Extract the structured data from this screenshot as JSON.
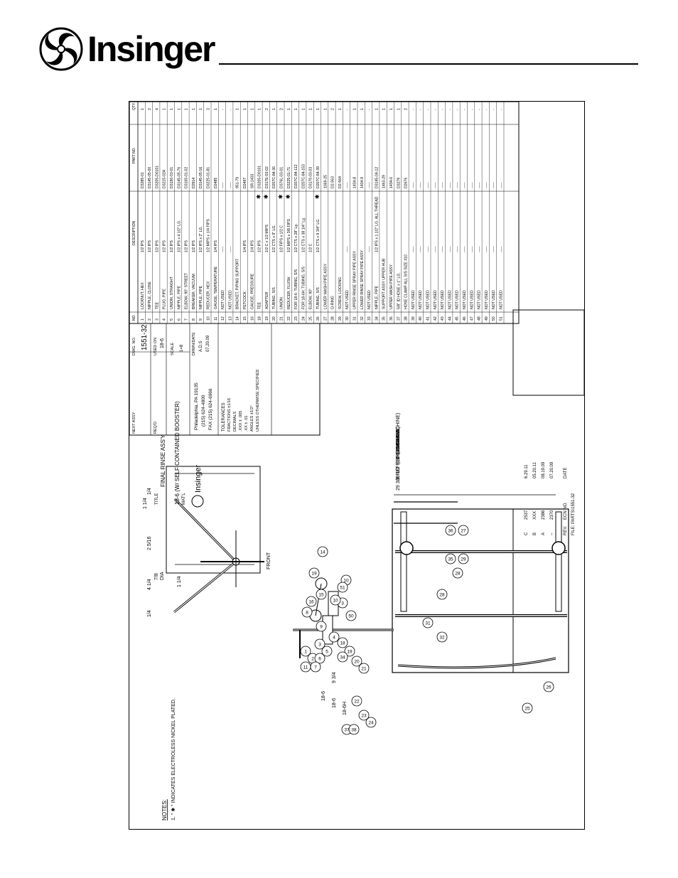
{
  "brand": {
    "name": "Insinger"
  },
  "notes": {
    "heading": "NOTES:",
    "note1": "1. \" ✱ \" INDICATES ELECTROLESS NICKEL PLATED."
  },
  "parts_header": {
    "no": "NO.",
    "description": "DESCRIPTION",
    "part_no": "PART NO.",
    "qty": "QTY."
  },
  "parts": [
    {
      "no": "1",
      "name": "LOCKNUT, HEX",
      "size": "1/2 IPS",
      "part": "D3285-01",
      "qty": "1",
      "star": false
    },
    {
      "no": "2",
      "name": "NIPPLE, CLOSE",
      "size": "1/2 IPS",
      "part": "D3145-05-00",
      "qty": "2",
      "star": false
    },
    {
      "no": "3",
      "name": "TEE",
      "size": "1/2 IPS",
      "part": "D3205-D0101",
      "qty": "4",
      "star": false
    },
    {
      "no": "4",
      "name": "PLUG, PIPE",
      "size": "1/2 IPS",
      "part": "D3215-02A",
      "qty": "1",
      "star": false
    },
    {
      "no": "5",
      "name": "UNION, STRAIGHT",
      "size": "1/2 IPS",
      "part": "D3190-03-01",
      "qty": "1",
      "star": false
    },
    {
      "no": "6",
      "name": "NIPPLE, PIPE",
      "size": "1/2 IPS x 4 1/2\" LG.",
      "part": "D3145-05-76",
      "qty": "1",
      "star": false
    },
    {
      "no": "7",
      "name": "ELBOW, 90° STREET",
      "size": "1/2 IPS",
      "part": "D3165-01-02",
      "qty": "1",
      "star": false
    },
    {
      "no": "8",
      "name": "BREAKER, VACUUM",
      "size": "1/2 IPS",
      "part": "D2914",
      "qty": "1",
      "star": false
    },
    {
      "no": "9",
      "name": "NIPPLE, PIPE",
      "size": "1/2 IPS x 2\" LG.",
      "part": "D3145-05-16",
      "qty": "1",
      "star": false
    },
    {
      "no": "10",
      "name": "REDUCER, HEX",
      "size": "1/2 MIPS x 1/4 FIPS",
      "part": "D3225-01-81",
      "qty": "3",
      "star": false
    },
    {
      "no": "11",
      "name": "GAUGE, TEMPERATURE",
      "size": "1/4 IPS",
      "part": "D2485",
      "qty": "1",
      "star": false
    },
    {
      "no": "12",
      "name": "NOT USED",
      "size": "-----",
      "part": "-----",
      "qty": "-",
      "star": false
    },
    {
      "no": "13",
      "name": "NOT USED",
      "size": "-----",
      "part": "-----",
      "qty": "-",
      "star": false
    },
    {
      "no": "14",
      "name": "BRACKET, PIPING SUPPORT",
      "size": "",
      "part": "951-79",
      "qty": "1",
      "star": false
    },
    {
      "no": "15",
      "name": "PETCOCK",
      "size": "1/4 IPS",
      "part": "D2497",
      "qty": "1",
      "star": false
    },
    {
      "no": "16",
      "name": "GAUGE, PRESSURE",
      "size": "1/4 IPS",
      "part": "SR-1433",
      "qty": "1",
      "star": false
    },
    {
      "no": "18",
      "name": "TEE",
      "size": "1/2 IPS",
      "part": "D3205-D0101",
      "qty": "1",
      "star": true
    },
    {
      "no": "19",
      "name": "ADAPTER",
      "size": "1/2 C x 1/2 MIPS",
      "part": "D317E-03-02",
      "qty": "2",
      "star": true
    },
    {
      "no": "20",
      "name": "TUBING, S/S",
      "size": "1/2 CTS x 9\" LG.",
      "part": "D207C-84-36",
      "qty": "1",
      "star": false
    },
    {
      "no": "21",
      "name": "UNION",
      "size": "1/2 FIPS x 1/2 C",
      "part": "D376L-03-01",
      "qty": "2",
      "star": true
    },
    {
      "no": "22",
      "name": "REDUCER, FLUSH",
      "size": "1/2 MIPS x 3/8 FIPS",
      "part": "D3225-01-71",
      "qty": "1",
      "star": true
    },
    {
      "no": "23",
      "name": "FOR 18-6:  TUBING, S/S",
      "size": "1/2 CTS x 28\" Lg.",
      "part": "D207C-84-112",
      "qty": "1",
      "star": false
    },
    {
      "no": "24",
      "name": "FOR 18-6H:  TUBING, S/S",
      "size": "1/2 CTS x 38 1/4\" Lg.",
      "part": "D207C-84-153",
      "qty": "1",
      "star": false
    },
    {
      "no": "25",
      "name": "ELBOW, 90°",
      "size": "1/2 C",
      "part": "D3170-03-03",
      "qty": "1",
      "star": false
    },
    {
      "no": "26",
      "name": "TUBING, S/S",
      "size": "1/2 CTS x 9 3/4\" LG.",
      "part": "D207C-84-39",
      "qty": "1",
      "star": true
    },
    {
      "no": "27",
      "name": "LOWER WASH PIPE ASSY",
      "size": "",
      "part": "1069-25",
      "qty": "1",
      "star": false
    },
    {
      "no": "28",
      "name": "O-RING",
      "size": "",
      "part": "D2-563",
      "qty": "2",
      "star": false
    },
    {
      "no": "29",
      "name": "SCREW, LOCKING",
      "size": "",
      "part": "D2-564",
      "qty": "1",
      "star": false
    },
    {
      "no": "30",
      "name": "NOT USED",
      "size": "-----",
      "part": "-----",
      "qty": "-",
      "star": false
    },
    {
      "no": "31",
      "name": "UPPER RINSE SPRAY PIPE ASSY",
      "size": "",
      "part": "1434-8",
      "qty": "1",
      "star": false
    },
    {
      "no": "32",
      "name": "LOWER RINSE SPRAY PIPE ASSY",
      "size": "",
      "part": "1434-9",
      "qty": "1",
      "star": false
    },
    {
      "no": "33",
      "name": "NOT USED",
      "size": "-----",
      "part": "-----",
      "qty": "-",
      "star": false
    },
    {
      "no": "34",
      "name": "NIPPLE, PIPE",
      "size": "1/2 IPS x 1 1/2\" LG. ALL THREAD",
      "part": "D3145-04-12",
      "qty": "1",
      "star": false
    },
    {
      "no": "35",
      "name": "SUPPORT ASSY UPPER HUB",
      "size": "",
      "part": "1463-29",
      "qty": "1",
      "star": false
    },
    {
      "no": "36",
      "name": "UPPER WASH PIPE ASSY",
      "size": "",
      "part": "1434-6",
      "qty": "1",
      "star": false
    },
    {
      "no": "37",
      "name": "5/8\" ID HOSE x 1\" LG.",
      "size": "",
      "part": "D3279",
      "qty": "1",
      "star": false
    },
    {
      "no": "38",
      "name": "HOSE CLAMP ALL S/S SIZE #10",
      "size": "",
      "part": "D2676",
      "qty": "2",
      "star": false
    },
    {
      "no": "39",
      "name": "NOT USED",
      "size": "-----",
      "part": "-----",
      "qty": "-",
      "star": false
    },
    {
      "no": "40",
      "name": "NOT USED",
      "size": "-----",
      "part": "-----",
      "qty": "-",
      "star": false
    },
    {
      "no": "41",
      "name": "NOT USED",
      "size": "-----",
      "part": "-----",
      "qty": "-",
      "star": false
    },
    {
      "no": "42",
      "name": "NOT USED",
      "size": "-----",
      "part": "-----",
      "qty": "-",
      "star": false
    },
    {
      "no": "43",
      "name": "NOT USED",
      "size": "-----",
      "part": "-----",
      "qty": "-",
      "star": false
    },
    {
      "no": "44",
      "name": "NOT USED",
      "size": "-----",
      "part": "-----",
      "qty": "-",
      "star": false
    },
    {
      "no": "45",
      "name": "NOT USED",
      "size": "-----",
      "part": "-----",
      "qty": "-",
      "star": false
    },
    {
      "no": "46",
      "name": "NOT USED",
      "size": "-----",
      "part": "-----",
      "qty": "-",
      "star": false
    },
    {
      "no": "47",
      "name": "NOT USED",
      "size": "-----",
      "part": "-----",
      "qty": "-",
      "star": false
    },
    {
      "no": "48",
      "name": "NOT USED",
      "size": "-----",
      "part": "-----",
      "qty": "-",
      "star": false
    },
    {
      "no": "49",
      "name": "NOT USED",
      "size": "-----",
      "part": "-----",
      "qty": "-",
      "star": false
    },
    {
      "no": "50",
      "name": "NOT USED",
      "size": "-----",
      "part": "-----",
      "qty": "-",
      "star": false
    },
    {
      "no": "51",
      "name": "NOT USED",
      "size": "-----",
      "part": "-----",
      "qty": "-",
      "star": false
    }
  ],
  "title_block": {
    "next_assy_label": "NEXT ASSY",
    "dwg_no_label": "DWG. NO.",
    "dwg_no": "1551-32",
    "title_label": "TITLE",
    "title_line1": "FINAL RINSE ASS'Y",
    "title_line2": "18-6 (W/ SELF CONTAINED BOOSTER)",
    "reqd_label": "REQ'D",
    "used_on_label": "USED ON",
    "used_on": "18-6",
    "matl_label": "MAT'L",
    "scale_label": "SCALE",
    "scale": "1=8",
    "company_address": "Philadelphia, PA 19135",
    "phone": "(215) 624-4800",
    "fax": "FAX (215) 624-6966",
    "drwn_label": "DRWN/DATE",
    "drwn_by": "A.D.S",
    "drwn_date": "07.20.09",
    "tolerances_label": "TOLERANCES",
    "fractions": "FRACTIONS ±1/16",
    "decimals": "DECIMALS",
    "xxx_tol": ".XXX ± .005",
    "xx_tol": ".XX ± .01",
    "angles": "ANGLES ±1/2°",
    "unless": "UNLESS OTHERWISE SPECIFIED"
  },
  "revisions": {
    "rows": [
      {
        "rev": "C",
        "ecn": "2537",
        "date": "6.29.11"
      },
      {
        "rev": "B",
        "ecn": "XXX",
        "date": "05.20.11"
      },
      {
        "rev": "A",
        "ecn": "2386",
        "date": "08.19.09"
      },
      {
        "rev": "–",
        "ecn": "2370",
        "date": "07.20.09"
      }
    ],
    "rev_label": "REV.",
    "ecn_label": "ECN NO.",
    "date_label": "DATE",
    "file": "FILE: PARTS\\1551-32"
  },
  "drawing": {
    "front_label": "FRONT",
    "discharge_label": "DISCHARGE",
    "discharge_line": "LINE ASSY.",
    "discharge_no": "1463-16",
    "dim_29": "29 3/8 REF (18-6 MACHINE)",
    "dim_39": "39 1/2 REF (18-6H MACHINE)",
    "dim_9": "9 3/4",
    "dim_4": "4 1/4",
    "dim_14a": "1/4",
    "dim_14b": "1/4",
    "dim_14c": "1 1/4",
    "dim_14d": "1 1/4",
    "dim_2516": "2 5/16",
    "dim_78": "7/8",
    "dia": "DIA",
    "lbl_186": "18-6",
    "lbl_186b": "18-6",
    "lbl_186h": "18-6H",
    "balloons": [
      "1",
      "2",
      "3",
      "3",
      "4",
      "5",
      "6",
      "7",
      "8",
      "9",
      "10",
      "10",
      "11",
      "14",
      "15",
      "16",
      "18",
      "19",
      "19",
      "20",
      "21",
      "22",
      "23",
      "24",
      "25",
      "26",
      "27",
      "28",
      "28",
      "29",
      "31",
      "32",
      "34",
      "35",
      "36",
      "37",
      "38",
      "50",
      "51"
    ]
  }
}
